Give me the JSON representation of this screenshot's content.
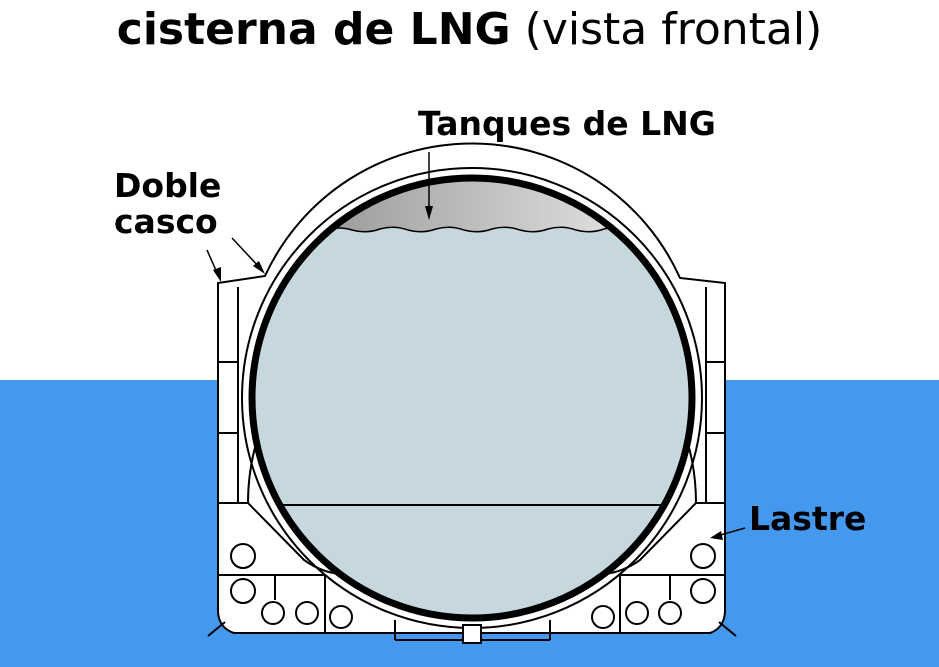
{
  "title": {
    "main": "cisterna de LNG",
    "sub": "(vista frontal)"
  },
  "labels": {
    "tanks": "Tanques de LNG",
    "double_hull_line1": "Doble",
    "double_hull_line2": "casco",
    "ballast": "Lastre"
  },
  "colors": {
    "water": "#4499ee",
    "lng_liquid": "#c6d8de",
    "vapor_dark": "#8a8a8a",
    "vapor_light": "#f2f2f2",
    "hull": "#ffffff",
    "stroke": "#000000"
  }
}
